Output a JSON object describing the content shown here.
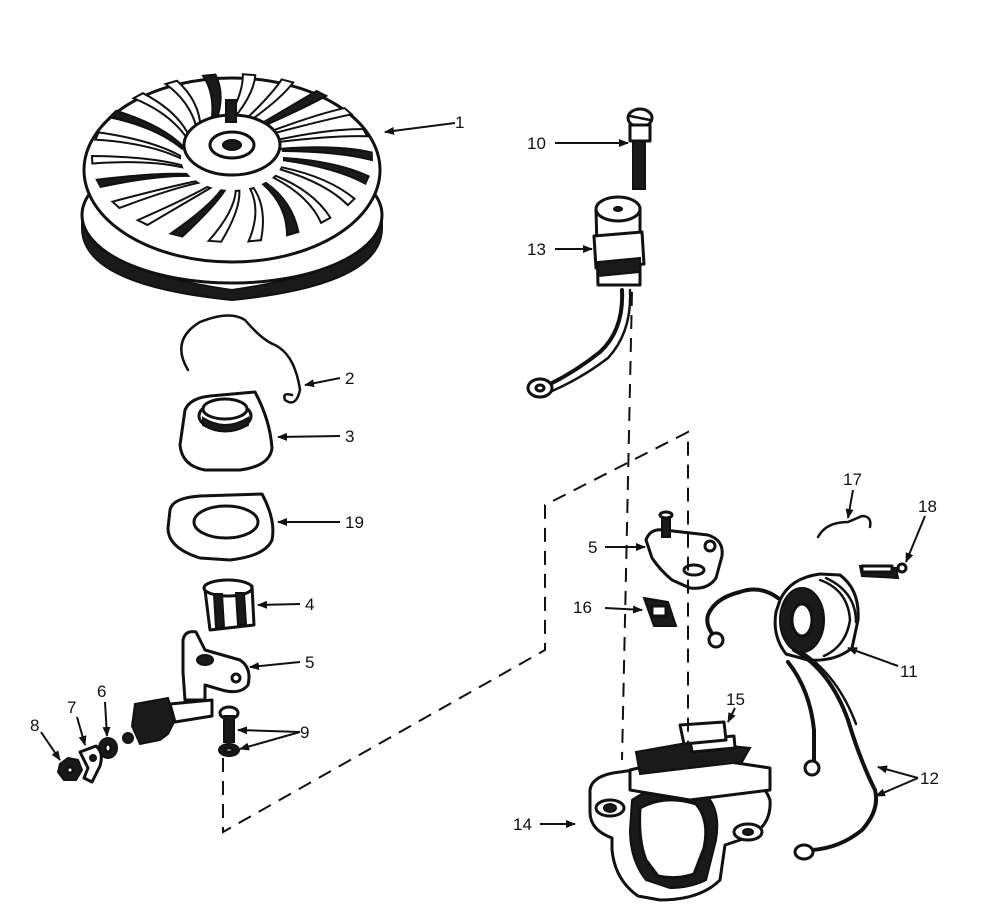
{
  "callouts": {
    "flywheel": "1",
    "spring_clip": "2",
    "flange_cover": "3",
    "bushing": "4",
    "bracket_left": "5",
    "washer": "6",
    "lock_tab": "7",
    "nut": "8",
    "screw_washer": "9",
    "screw_top": "10",
    "coil": "11",
    "ground_wire": "12",
    "condenser": "13",
    "breaker_housing": "14",
    "armature": "15",
    "point_insert": "16",
    "wire_clip": "17",
    "small_plate": "18",
    "gasket": "19",
    "bracket_right": "5"
  },
  "colors": {
    "ink": "#111111",
    "paper": "#ffffff"
  }
}
